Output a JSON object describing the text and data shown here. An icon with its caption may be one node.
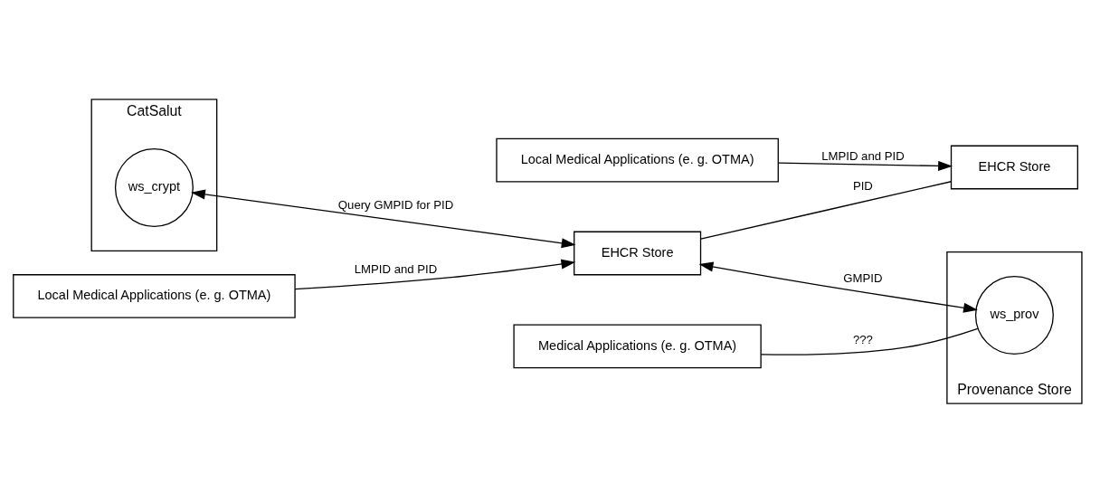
{
  "diagram": {
    "nodes": [
      {
        "text": [
          "CatSalut"
        ]
      },
      {
        "text": [
          "ws_crypt"
        ],
        "in": 0
      },
      {
        "text": [
          "Local Medical Applications (e. g. OTMA)"
        ]
      },
      {
        "text": [
          "EHCR Store"
        ]
      },
      {
        "text": [
          "EHCR Store"
        ]
      },
      {
        "text": [
          "Medical Applications (e. g. OTMA)"
        ]
      },
      {
        "text": [
          "Provenance Store"
        ]
      },
      {
        "text": [
          "ws_prov"
        ],
        "in": 6
      },
      {
        "text": [
          "Local Medical Applications (e. g. OTMA)"
        ]
      }
    ],
    "edges": [
      {
        "from": 1,
        "to": 3,
        "arrow": "both",
        "label": "Query GMPID for PID"
      },
      {
        "from": 2,
        "to": 3,
        "arrow": "to",
        "label": "LMPID and PID"
      },
      {
        "from": 3,
        "to": 7,
        "arrow": "both",
        "label": "GMPID"
      },
      {
        "from": 3,
        "to": 4,
        "arrow": "none",
        "label": "PID"
      },
      {
        "from": 5,
        "to": 7,
        "arrow": "none",
        "label": "???"
      },
      {
        "from": 8,
        "to": 4,
        "arrow": "to",
        "label": "LMPID and PID"
      }
    ]
  }
}
